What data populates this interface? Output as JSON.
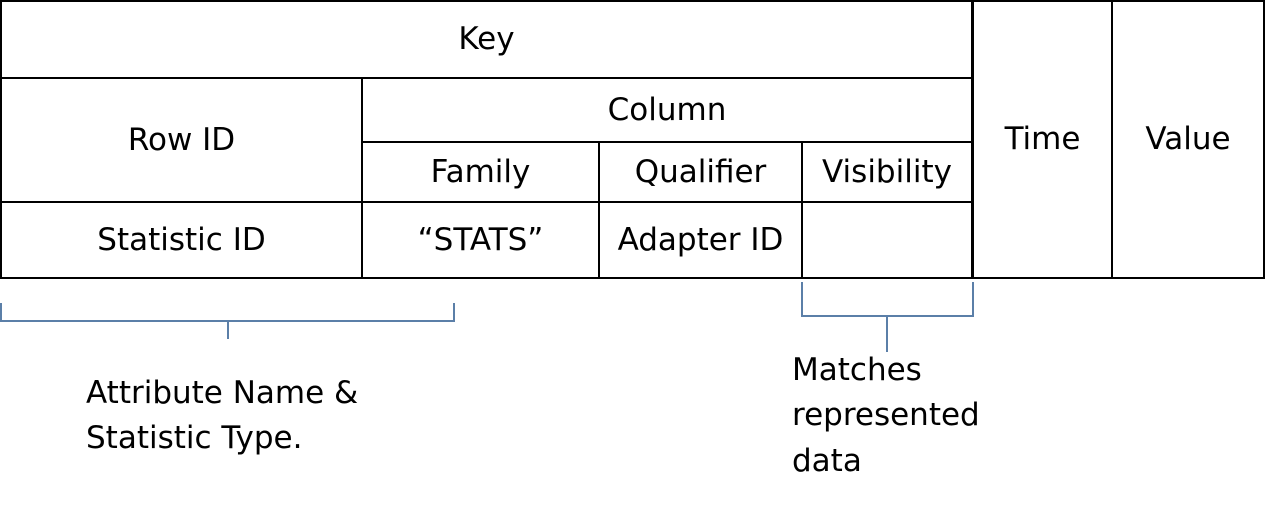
{
  "table": {
    "key": "Key",
    "column": "Column",
    "row_id": "Row ID",
    "family": "Family",
    "qualifier": "Qualifier",
    "visibility": "Visibility",
    "time": "Time",
    "value": "Value",
    "data_row": {
      "statistic_id": "Statistic ID",
      "family_value": "“STATS”",
      "adapter_id": "Adapter ID",
      "visibility_value": ""
    }
  },
  "annotations": {
    "left_bracket_note": "Attribute Name &\nStatistic Type.",
    "right_bracket_note": "Matches\nrepresented\ndata"
  },
  "colors": {
    "table_line": "#000000",
    "bracket_line": "#5B7FA8",
    "text": "#000000",
    "background": "#FFFFFF"
  }
}
